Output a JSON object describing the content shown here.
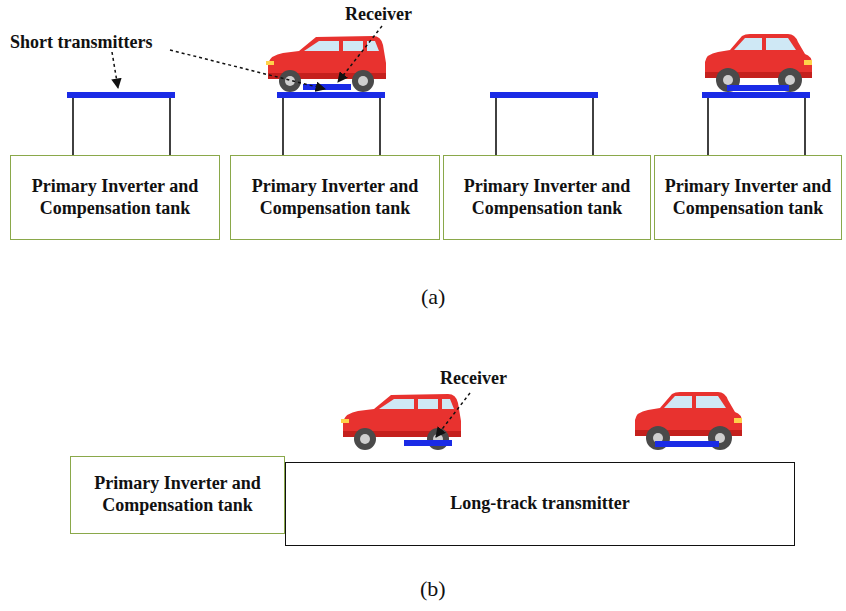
{
  "diagram": {
    "nodes": [
      {
        "text": [
          "Primary Inverter and Compensation tank"
        ]
      },
      {
        "text": [
          "Primary Inverter and Compensation tank"
        ]
      },
      {
        "text": [
          "Primary Inverter and Compensation tank"
        ]
      },
      {
        "text": [
          "Primary Inverter and Compensation tank"
        ]
      },
      {
        "text": [
          "Primary Inverter and Compensation tank"
        ]
      },
      {
        "text": [
          "Long-track transmitter"
        ]
      }
    ],
    "labels": [
      "Short transmitters",
      "Receiver",
      "(a)",
      "Receiver",
      "(b)"
    ]
  }
}
